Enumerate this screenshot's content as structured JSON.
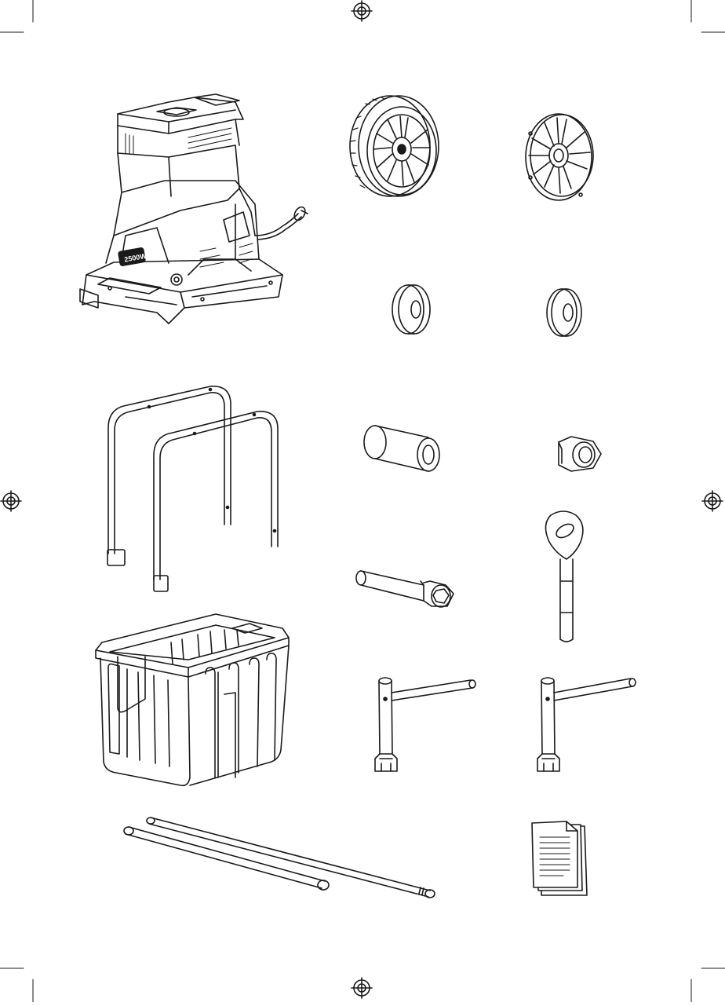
{
  "document": {
    "type": "parts-contents-illustration",
    "ink_color": "#1a1a1a",
    "paper_color": "#ffffff",
    "printer_marks": {
      "registration_marks": 4,
      "crop_marks": "all-corners"
    },
    "parts": [
      {
        "id": "shredder-unit",
        "icon": "garden-shredder-icon",
        "badge_text": "2500W"
      },
      {
        "id": "wheel",
        "icon": "wheel-icon"
      },
      {
        "id": "hub-cap",
        "icon": "hub-cap-icon"
      },
      {
        "id": "washer-left",
        "icon": "washer-icon"
      },
      {
        "id": "washer-right",
        "icon": "washer-icon"
      },
      {
        "id": "leg-frame",
        "icon": "leg-frame-icon"
      },
      {
        "id": "spacer-sleeve",
        "icon": "spacer-icon"
      },
      {
        "id": "lock-nut",
        "icon": "hex-nut-icon"
      },
      {
        "id": "adjustment-key",
        "icon": "key-icon"
      },
      {
        "id": "axle-bolt",
        "icon": "bolt-icon"
      },
      {
        "id": "collection-box",
        "icon": "collection-box-icon"
      },
      {
        "id": "socket-wrench-left",
        "icon": "socket-wrench-icon"
      },
      {
        "id": "socket-wrench-right",
        "icon": "socket-wrench-icon"
      },
      {
        "id": "axle-rods",
        "icon": "axle-rod-icon"
      },
      {
        "id": "instruction-manual",
        "icon": "manual-icon"
      }
    ]
  }
}
